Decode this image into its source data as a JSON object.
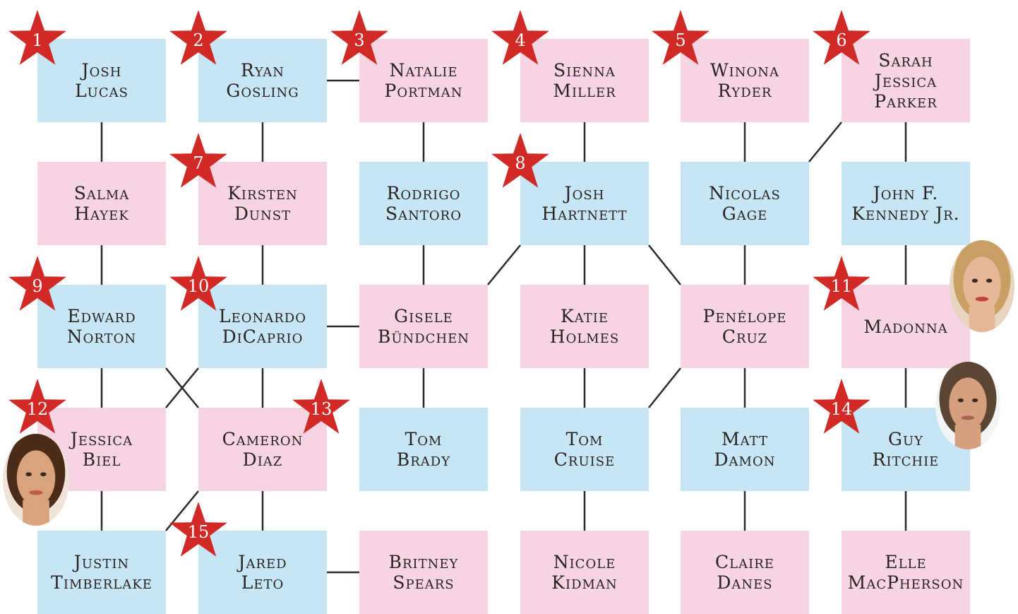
{
  "diagram": {
    "nodes": [
      {
        "id": "josh-lucas",
        "lines": [
          "Josh",
          "Lucas"
        ],
        "gender": "m"
      },
      {
        "id": "ryan-gosling",
        "lines": [
          "Ryan",
          "Gosling"
        ],
        "gender": "m"
      },
      {
        "id": "natalie-portman",
        "lines": [
          "Natalie",
          "Portman"
        ],
        "gender": "f"
      },
      {
        "id": "sienna-miller",
        "lines": [
          "Sienna",
          "Miller"
        ],
        "gender": "f"
      },
      {
        "id": "winona-ryder",
        "lines": [
          "Winona",
          "Ryder"
        ],
        "gender": "f"
      },
      {
        "id": "sarah-jessica-parker",
        "lines": [
          "Sarah",
          "Jessica",
          "Parker"
        ],
        "gender": "f"
      },
      {
        "id": "salma-hayek",
        "lines": [
          "Salma",
          "Hayek"
        ],
        "gender": "f"
      },
      {
        "id": "kirsten-dunst",
        "lines": [
          "Kirsten",
          "Dunst"
        ],
        "gender": "f"
      },
      {
        "id": "rodrigo-santoro",
        "lines": [
          "Rodrigo",
          "Santoro"
        ],
        "gender": "m"
      },
      {
        "id": "josh-hartnett",
        "lines": [
          "Josh",
          "Hartnett"
        ],
        "gender": "m"
      },
      {
        "id": "nicolas-gage",
        "lines": [
          "Nicolas",
          "Gage"
        ],
        "gender": "m"
      },
      {
        "id": "john-f-kennedy-jr",
        "lines": [
          "John F.",
          "Kennedy Jr."
        ],
        "gender": "m"
      },
      {
        "id": "edward-norton",
        "lines": [
          "Edward",
          "Norton"
        ],
        "gender": "m"
      },
      {
        "id": "leonardo-dicaprio",
        "lines": [
          "Leonardo",
          "DiCaprio"
        ],
        "gender": "m"
      },
      {
        "id": "gisele-bundchen",
        "lines": [
          "Gisele",
          "Bündchen"
        ],
        "gender": "f"
      },
      {
        "id": "katie-holmes",
        "lines": [
          "Katie",
          "Holmes"
        ],
        "gender": "f"
      },
      {
        "id": "penelope-cruz",
        "lines": [
          "Penélope",
          "Cruz"
        ],
        "gender": "f"
      },
      {
        "id": "madonna",
        "lines": [
          "Madonna"
        ],
        "gender": "f"
      },
      {
        "id": "jessica-biel",
        "lines": [
          "Jessica",
          "Biel"
        ],
        "gender": "f"
      },
      {
        "id": "cameron-diaz",
        "lines": [
          "Cameron",
          "Diaz"
        ],
        "gender": "f"
      },
      {
        "id": "tom-brady",
        "lines": [
          "Tom",
          "Brady"
        ],
        "gender": "m"
      },
      {
        "id": "tom-cruise",
        "lines": [
          "Tom",
          "Cruise"
        ],
        "gender": "m"
      },
      {
        "id": "matt-damon",
        "lines": [
          "Matt",
          "Damon"
        ],
        "gender": "m"
      },
      {
        "id": "guy-ritchie",
        "lines": [
          "Guy",
          "Ritchie"
        ],
        "gender": "m"
      },
      {
        "id": "justin-timberlake",
        "lines": [
          "Justin",
          "Timberlake"
        ],
        "gender": "m"
      },
      {
        "id": "jared-leto",
        "lines": [
          "Jared",
          "Leto"
        ],
        "gender": "m"
      },
      {
        "id": "britney-spears",
        "lines": [
          "Britney",
          "Spears"
        ],
        "gender": "f"
      },
      {
        "id": "nicole-kidman",
        "lines": [
          "Nicole",
          "Kidman"
        ],
        "gender": "f"
      },
      {
        "id": "claire-danes",
        "lines": [
          "Claire",
          "Danes"
        ],
        "gender": "f"
      },
      {
        "id": "elle-macpherson",
        "lines": [
          "Elle",
          "MacPherson"
        ],
        "gender": "f"
      }
    ],
    "connections": [
      [
        "ryan-gosling",
        "natalie-portman"
      ],
      [
        "leonardo-dicaprio",
        "gisele-bundchen"
      ],
      [
        "jared-leto",
        "britney-spears"
      ],
      [
        "josh-lucas",
        "salma-hayek"
      ],
      [
        "ryan-gosling",
        "kirsten-dunst"
      ],
      [
        "natalie-portman",
        "rodrigo-santoro"
      ],
      [
        "sienna-miller",
        "josh-hartnett"
      ],
      [
        "winona-ryder",
        "nicolas-gage"
      ],
      [
        "sarah-jessica-parker",
        "john-f-kennedy-jr"
      ],
      [
        "sarah-jessica-parker",
        "nicolas-gage"
      ],
      [
        "salma-hayek",
        "edward-norton"
      ],
      [
        "kirsten-dunst",
        "leonardo-dicaprio"
      ],
      [
        "rodrigo-santoro",
        "gisele-bundchen"
      ],
      [
        "josh-hartnett",
        "gisele-bundchen"
      ],
      [
        "josh-hartnett",
        "katie-holmes"
      ],
      [
        "josh-hartnett",
        "penelope-cruz"
      ],
      [
        "nicolas-gage",
        "penelope-cruz"
      ],
      [
        "john-f-kennedy-jr",
        "madonna"
      ],
      [
        "edward-norton",
        "jessica-biel"
      ],
      [
        "edward-norton",
        "cameron-diaz"
      ],
      [
        "leonardo-dicaprio",
        "jessica-biel"
      ],
      [
        "leonardo-dicaprio",
        "cameron-diaz"
      ],
      [
        "gisele-bundchen",
        "tom-brady"
      ],
      [
        "katie-holmes",
        "tom-cruise"
      ],
      [
        "penelope-cruz",
        "tom-cruise"
      ],
      [
        "penelope-cruz",
        "matt-damon"
      ],
      [
        "madonna",
        "guy-ritchie"
      ],
      [
        "jessica-biel",
        "justin-timberlake"
      ],
      [
        "cameron-diaz",
        "justin-timberlake"
      ],
      [
        "cameron-diaz",
        "jared-leto"
      ],
      [
        "tom-cruise",
        "nicole-kidman"
      ],
      [
        "matt-damon",
        "claire-danes"
      ],
      [
        "guy-ritchie",
        "elle-macpherson"
      ]
    ],
    "stars": [
      {
        "number": "1",
        "node": "josh-lucas",
        "corner": "top-left"
      },
      {
        "number": "2",
        "node": "ryan-gosling",
        "corner": "top-left"
      },
      {
        "number": "3",
        "node": "natalie-portman",
        "corner": "top-left"
      },
      {
        "number": "4",
        "node": "sienna-miller",
        "corner": "top-left"
      },
      {
        "number": "5",
        "node": "winona-ryder",
        "corner": "top-left"
      },
      {
        "number": "6",
        "node": "sarah-jessica-parker",
        "corner": "top-left"
      },
      {
        "number": "7",
        "node": "kirsten-dunst",
        "corner": "top-left"
      },
      {
        "number": "8",
        "node": "josh-hartnett",
        "corner": "top-left"
      },
      {
        "number": "9",
        "node": "edward-norton",
        "corner": "top-left"
      },
      {
        "number": "10",
        "node": "leonardo-dicaprio",
        "corner": "top-left"
      },
      {
        "number": "11",
        "node": "madonna",
        "corner": "top-left"
      },
      {
        "number": "12",
        "node": "jessica-biel",
        "corner": "top-left"
      },
      {
        "number": "13",
        "node": "cameron-diaz",
        "corner": "top-right"
      },
      {
        "number": "14",
        "node": "guy-ritchie",
        "corner": "top-left"
      },
      {
        "number": "15",
        "node": "jared-leto",
        "corner": "top-left"
      }
    ],
    "photos": [
      {
        "node": "madonna",
        "subject": "madonna-photo"
      },
      {
        "node": "guy-ritchie",
        "subject": "guy-ritchie-photo"
      },
      {
        "node": "jessica-biel",
        "subject": "jessica-biel-photo"
      }
    ],
    "colors": {
      "male_box": "#c6e6f6",
      "female_box": "#f6d4e3",
      "star": "#d12a26",
      "line": "#2a2a2a",
      "text": "#2a2220"
    }
  }
}
